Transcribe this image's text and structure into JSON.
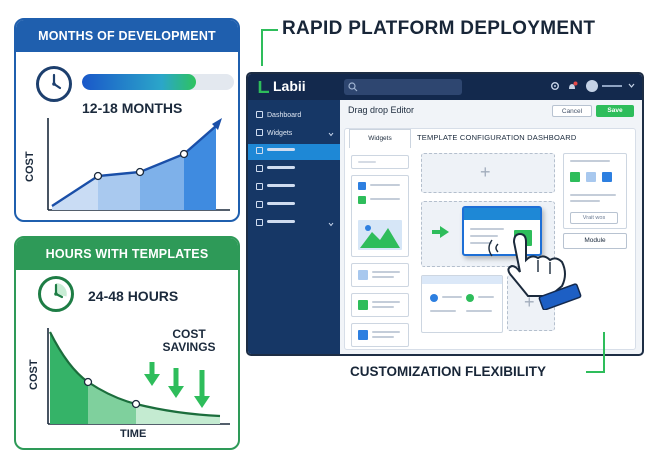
{
  "left": {
    "dev_panel": {
      "header": "MONTHS OF DEVELOPMENT",
      "metric": "12-18 MONTHS",
      "progress": 0.75,
      "y_label": "COST"
    },
    "tpl_panel": {
      "header": "HOURS WITH TEMPLATES",
      "metric": "24-48 HOURS",
      "callout": "COST SAVINGS",
      "y_label": "COST",
      "x_label": "TIME"
    }
  },
  "right": {
    "title": "RAPID PLATFORM DEPLOYMENT",
    "caption": "CUSTOMIZATION FLEXIBILITY",
    "app": {
      "logo": "Labii",
      "sidebar": [
        "Dashboard",
        "Widgets"
      ],
      "editor_title": "Drag drop Editor",
      "cancel_label": "Cancel",
      "save_label": "Save",
      "tab_widgets": "Widgets",
      "dashboard_title": "TEMPLATE CONFIGURATION DASHBOARD",
      "module_label": "Module",
      "small_button_label": "Vrait wos"
    }
  },
  "colors": {
    "dev_blue": "#1f5fae",
    "template_green": "#2e9a58",
    "accent_green": "#2ebd5b",
    "navy": "#13294d"
  }
}
